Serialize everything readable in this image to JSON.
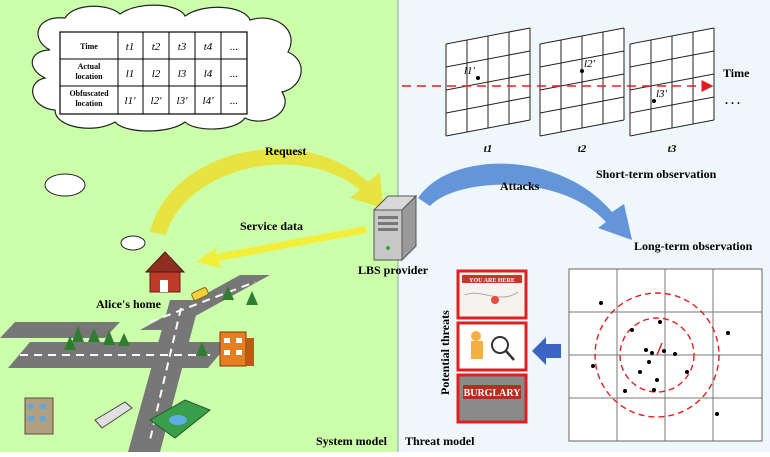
{
  "panels": {
    "left_label": "System model",
    "right_label": "Threat model",
    "left_bg": "#ccffaa",
    "right_bg": "#f0f7fb"
  },
  "table": {
    "rows": [
      [
        "Time",
        "t1",
        "t2",
        "t3",
        "t4",
        "..."
      ],
      [
        "Actual location",
        "l1",
        "l2",
        "l3",
        "l4",
        "..."
      ],
      [
        "Obfuscated location",
        "l1'",
        "l2'",
        "l3'",
        "l4'",
        "..."
      ]
    ]
  },
  "labels": {
    "request": "Request",
    "service_data": "Service data",
    "lbs_provider": "LBS provider",
    "alices_home": "Alice's home",
    "attacks": "Attacks",
    "short_term": "Short-term observation",
    "long_term": "Long-term observation",
    "time_axis": "Time",
    "potential_threats": "Potential threats",
    "continuation": ". . ."
  },
  "grids": [
    {
      "time": "t1",
      "point": "l1'"
    },
    {
      "time": "t2",
      "point": "l2'"
    },
    {
      "time": "t3",
      "point": "l3'"
    }
  ],
  "threat_images": [
    {
      "name": "you-are-here-map",
      "caption": "YOU ARE HERE"
    },
    {
      "name": "stalker-figure",
      "caption": ""
    },
    {
      "name": "burglary-scene",
      "caption": "BURGLARY"
    }
  ],
  "colors": {
    "request_arrow": "#e8e23a",
    "attack_arrow": "#5b8fd6",
    "observation_line": "#e02020",
    "threat_border": "#e02020",
    "left_arrow": "#3b64c4"
  }
}
